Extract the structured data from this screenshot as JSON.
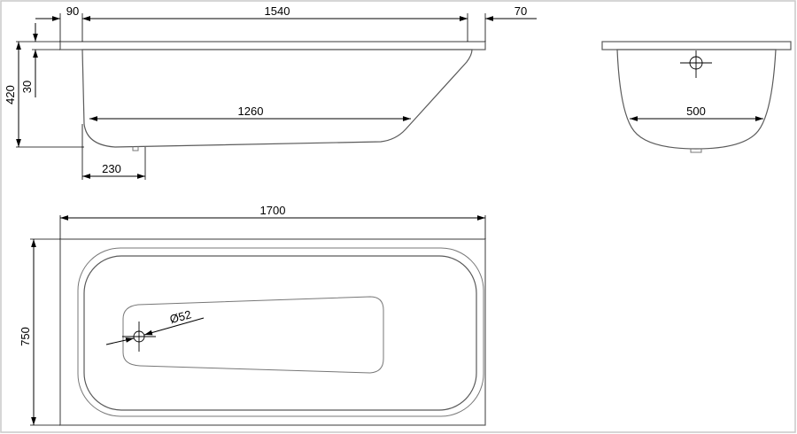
{
  "dimensions": {
    "top_left_margin": "90",
    "top_length": "1540",
    "top_right_margin": "70",
    "total_height": "420",
    "rim_height": "30",
    "bottom_length": "1260",
    "drain_offset": "230",
    "end_width": "500",
    "overall_length": "1700",
    "overall_width": "750",
    "drain_diameter": "Ø52"
  },
  "colors": {
    "outline": "#5a5a5a",
    "dimension": "#000000",
    "frame": "#c8c8c8",
    "background": "#ffffff"
  }
}
